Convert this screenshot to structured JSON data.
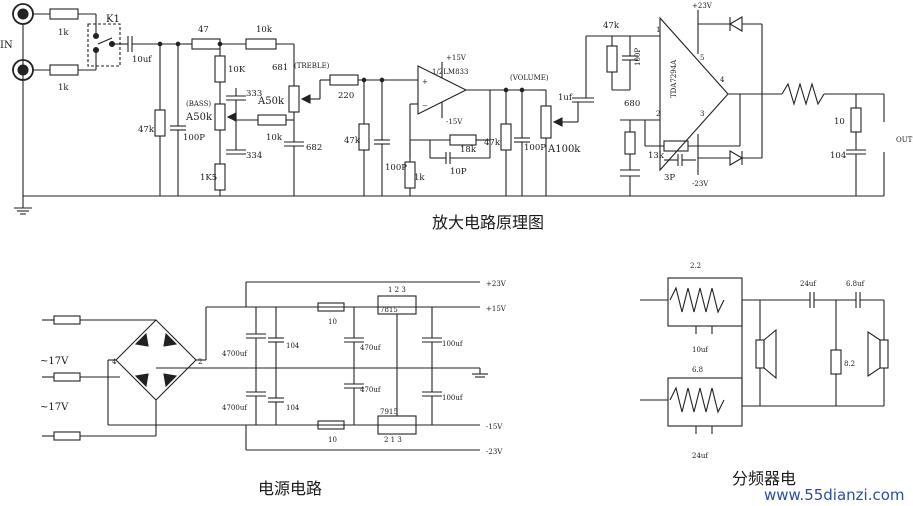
{
  "titles": {
    "amp": "放大电路原理图",
    "power": "电源电路",
    "crossover": "分频器电"
  },
  "watermark": "www.55dianzi.com",
  "amp": {
    "input": "IN",
    "relay": "K1",
    "r_in1": "1k",
    "r_in2": "1k",
    "c_in": "10uf",
    "r47": "47",
    "r10k_top": "10k",
    "r10k_bass": "10K",
    "r47k_a": "47k",
    "c100p_a": "100P",
    "bass_label": "(BASS)",
    "bass_pot": "A50k",
    "c333": "333",
    "c334": "334",
    "r10k_mid": "10k",
    "r1k5": "1K5",
    "treble_label": "(TREBLE)",
    "treble_pot": "A50k",
    "c681": "681",
    "c682": "682",
    "r220": "220",
    "r47k_b": "47k",
    "c100p_b": "100P",
    "opamp_label": "1/2LM833",
    "opamp_plus": "+15V",
    "opamp_minus": "-15V",
    "r18k": "18k",
    "c10p": "10P",
    "r1k": "1k",
    "r47k_c": "47k",
    "c100p_c": "100P",
    "volume_label": "(VOLUME)",
    "volume_pot": "A100k",
    "c1uf": "1uf",
    "r47k_d": "47k",
    "c100p_d": "100P",
    "r680": "680",
    "r13k": "13k",
    "c3p": "3P",
    "ic_label": "TDA7294A",
    "ic_vp": "+23V",
    "ic_vm": "-23V",
    "pin1": "1",
    "pin2": "2",
    "pin3": "3",
    "pin4": "4",
    "pin5": "5",
    "r_zobel": "10",
    "c_zobel": "104",
    "out": "OUT"
  },
  "power": {
    "ac1": "~17V",
    "ac2": "~17V",
    "bridge_pin4": "4",
    "bridge_pin2": "2",
    "c4700a": "4700uf",
    "c4700b": "4700uf",
    "c104a": "104",
    "c104b": "104",
    "r10a": "10",
    "r10b": "10",
    "c470a": "470uf",
    "c470b": "470uf",
    "reg_pos": "7815",
    "reg_neg": "7915",
    "reg_pos_pins": "1  2  3",
    "reg_neg_pins": "2  1  3",
    "c100a": "100uf",
    "c100b": "100uf",
    "rail_p23": "+23V",
    "rail_p15": "+15V",
    "rail_m15": "-15V",
    "rail_m23": "-23V"
  },
  "crossover": {
    "r_top": "2.2",
    "c_top": "10uf",
    "r_bot": "6.8",
    "c_bot": "24uf",
    "c_24": "24uf",
    "c_68": "6.8uf",
    "r_82": "8.2"
  }
}
